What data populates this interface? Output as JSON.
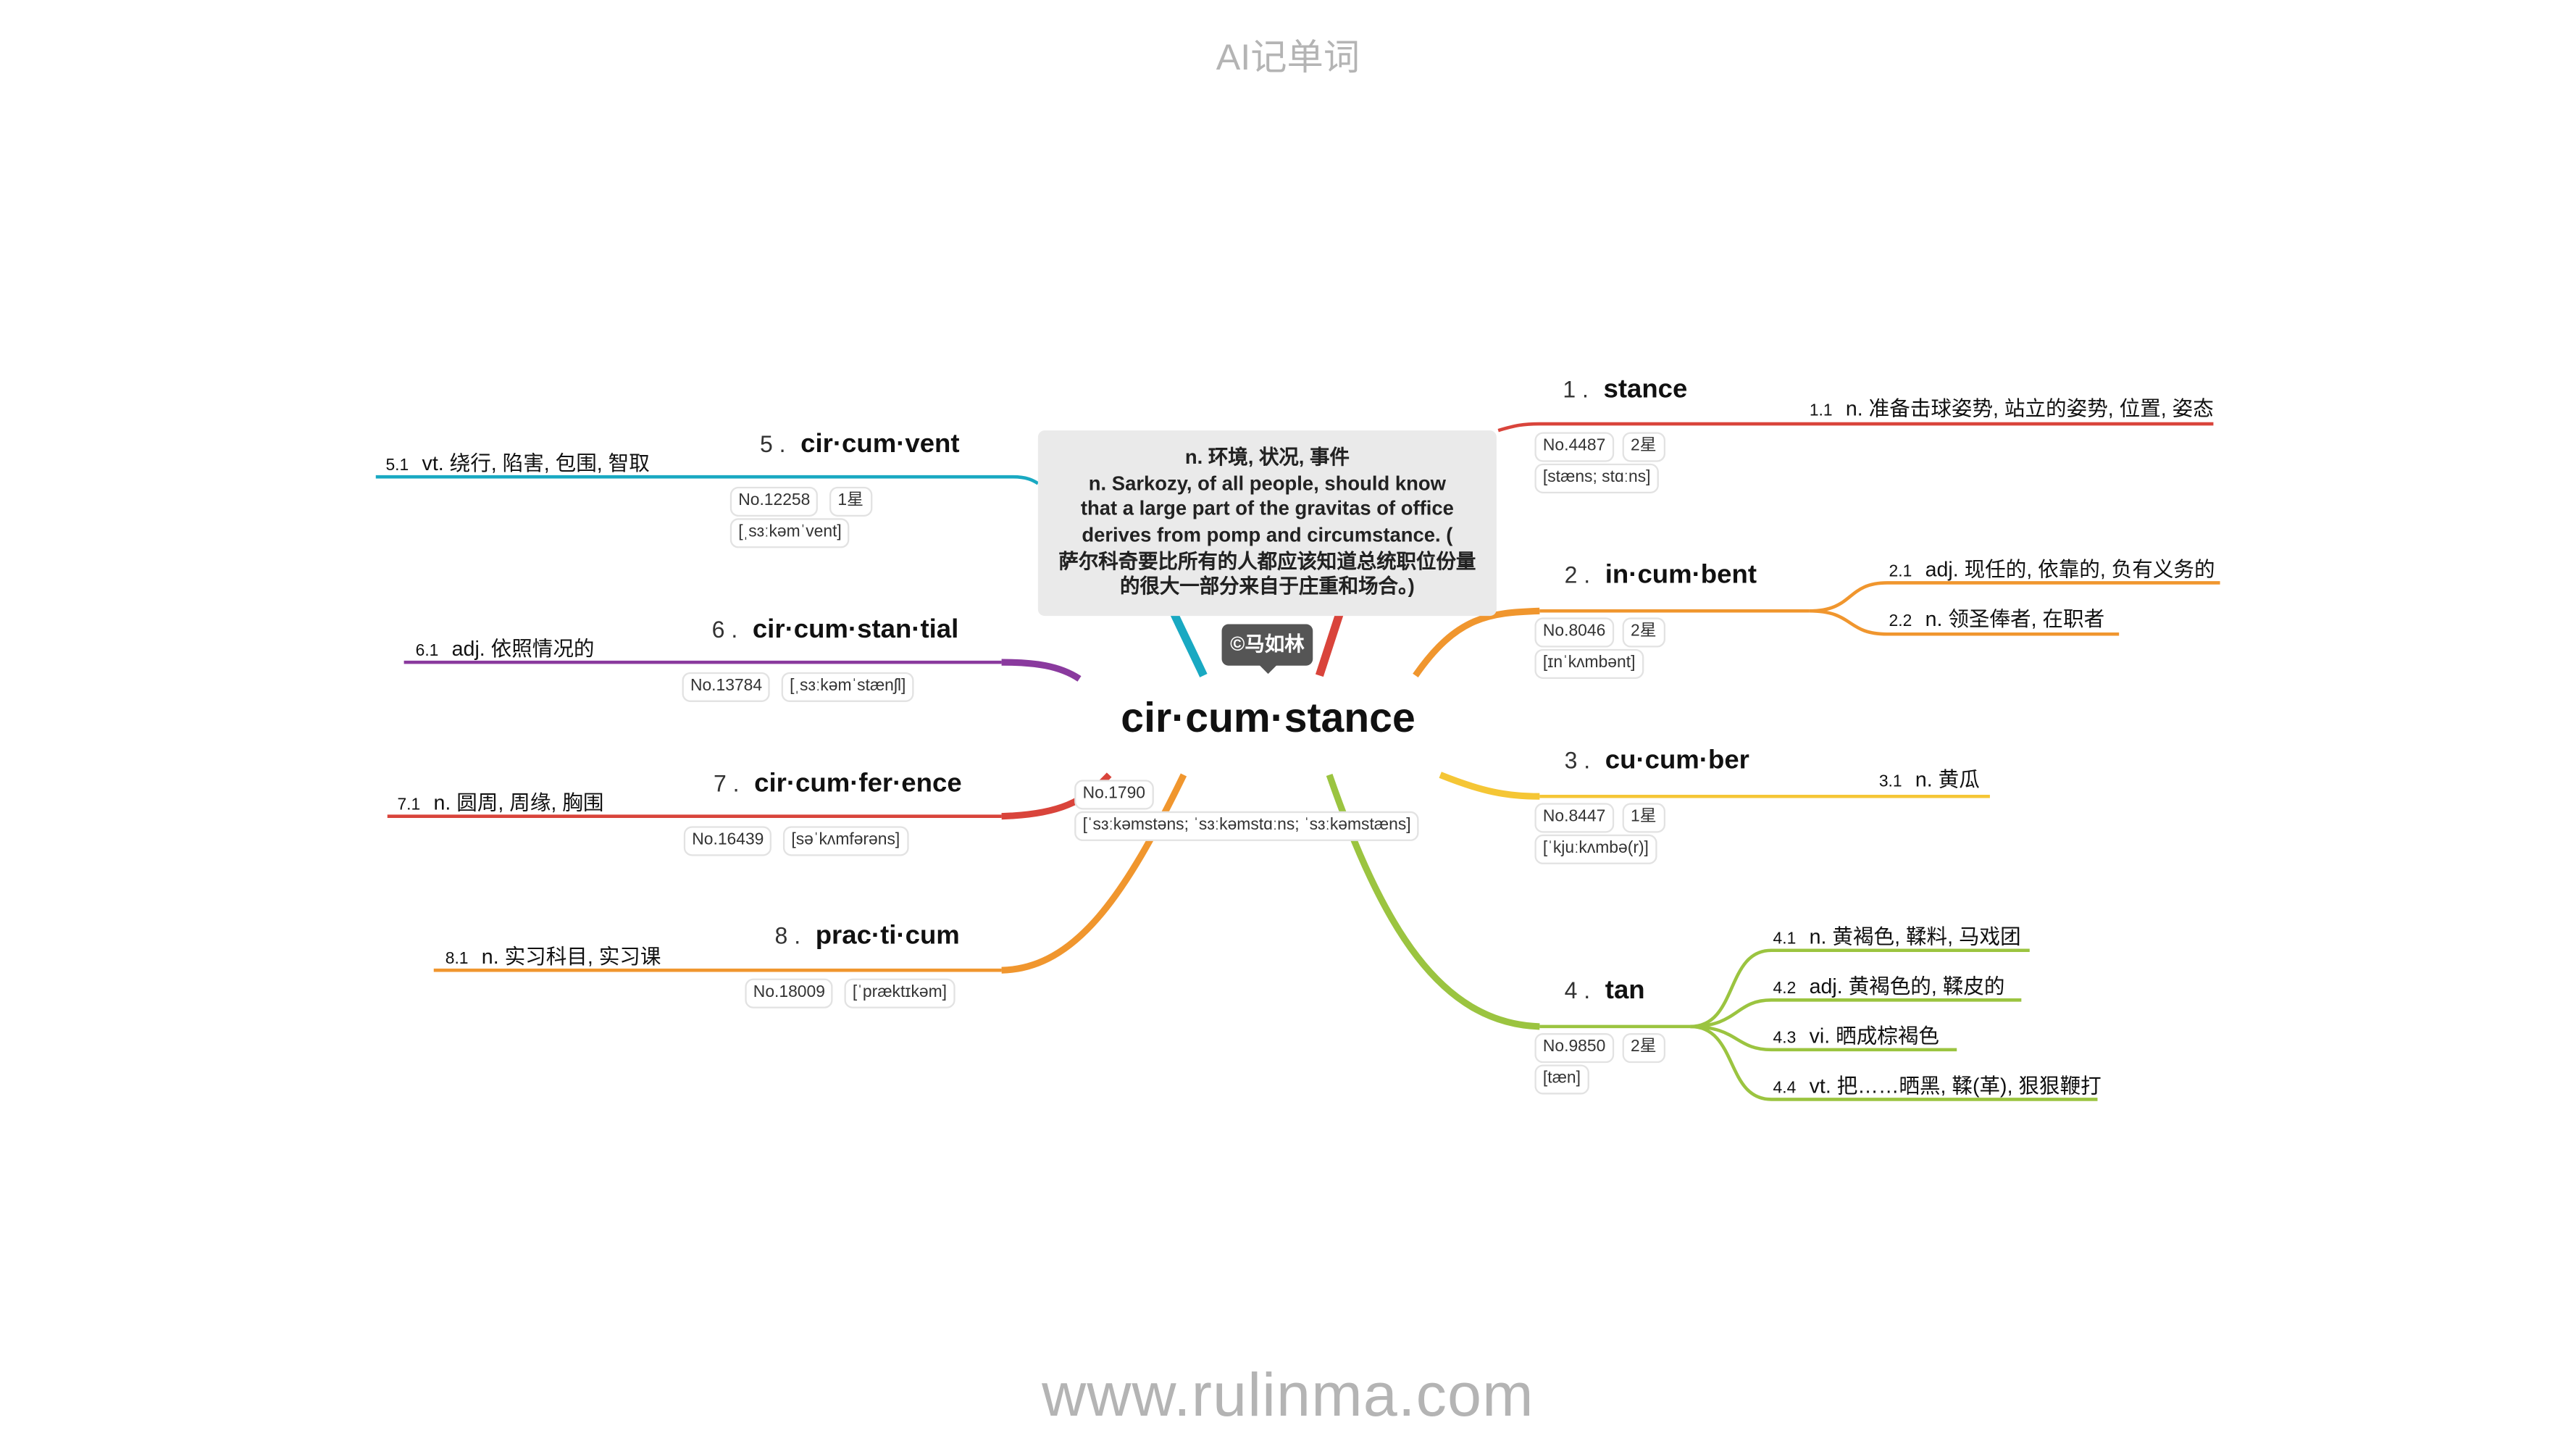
{
  "header": {
    "title": "AI记单词"
  },
  "footer": {
    "site": "www.rulinma.com"
  },
  "credit": "©马如林",
  "central": {
    "word": "cir·cum·stance",
    "no": "No.1790",
    "phonetic": "[ˈsɜːkəmstəns; ˈsɜːkəmstɑːns; ˈsɜːkəmstæns]",
    "definition_lines": [
      "n. 环境, 状况, 事件",
      "n. Sarkozy, of all people, should know",
      "that a large part of the gravitas of office",
      "derives from pomp and circumstance. (",
      "萨尔科奇要比所有的人都应该知道总统职位份量",
      "的很大一部分来自于庄重和场合。)"
    ]
  },
  "branches": [
    {
      "index": "1 .",
      "word": "stance",
      "no": "No.4487",
      "stars": "2星",
      "phonetic": "[stæns; stɑːns]",
      "color": "#d9443b",
      "meanings": [
        {
          "num": "1.1",
          "text": "n. 准备击球姿势, 站立的姿势, 位置, 姿态"
        }
      ]
    },
    {
      "index": "2 .",
      "word": "in·cum·bent",
      "no": "No.8046",
      "stars": "2星",
      "phonetic": "[ɪnˈkʌmbənt]",
      "color": "#f0962e",
      "meanings": [
        {
          "num": "2.1",
          "text": "adj. 现任的, 依靠的, 负有义务的"
        },
        {
          "num": "2.2",
          "text": "n. 领圣俸者, 在职者"
        }
      ]
    },
    {
      "index": "3 .",
      "word": "cu·cum·ber",
      "no": "No.8447",
      "stars": "1星",
      "phonetic": "[ˈkjuːkʌmbə(r)]",
      "color": "#f5c635",
      "meanings": [
        {
          "num": "3.1",
          "text": "n. 黄瓜"
        }
      ]
    },
    {
      "index": "4 .",
      "word": "tan",
      "no": "No.9850",
      "stars": "2星",
      "phonetic": "[tæn]",
      "color": "#9bc440",
      "meanings": [
        {
          "num": "4.1",
          "text": "n. 黄褐色, 鞣料, 马戏团"
        },
        {
          "num": "4.2",
          "text": "adj. 黄褐色的, 鞣皮的"
        },
        {
          "num": "4.3",
          "text": "vi. 晒成棕褐色"
        },
        {
          "num": "4.4",
          "text": "vt. 把……晒黑, 鞣(革), 狠狠鞭打"
        }
      ]
    },
    {
      "index": "5 .",
      "word": "cir·cum·vent",
      "no": "No.12258",
      "stars": "1星",
      "phonetic": "[ˌsɜːkəmˈvent]",
      "color": "#19a9c2",
      "meanings": [
        {
          "num": "5.1",
          "text": "vt. 绕行, 陷害, 包围, 智取"
        }
      ]
    },
    {
      "index": "6 .",
      "word": "cir·cum·stan·tial",
      "no": "No.13784",
      "stars": "",
      "phonetic": "[ˌsɜːkəmˈstænʃl]",
      "color": "#8a3a9e",
      "meanings": [
        {
          "num": "6.1",
          "text": "adj. 依照情况的"
        }
      ]
    },
    {
      "index": "7 .",
      "word": "cir·cum·fer·ence",
      "no": "No.16439",
      "stars": "",
      "phonetic": "[səˈkʌmfərəns]",
      "color": "#d9443b",
      "meanings": [
        {
          "num": "7.1",
          "text": "n. 圆周, 周缘, 胸围"
        }
      ]
    },
    {
      "index": "8 .",
      "word": "prac·ti·cum",
      "no": "No.18009",
      "stars": "",
      "phonetic": "[ˈpræktɪkəm]",
      "color": "#f0962e",
      "meanings": [
        {
          "num": "8.1",
          "text": "n. 实习科目, 实习课"
        }
      ]
    }
  ]
}
